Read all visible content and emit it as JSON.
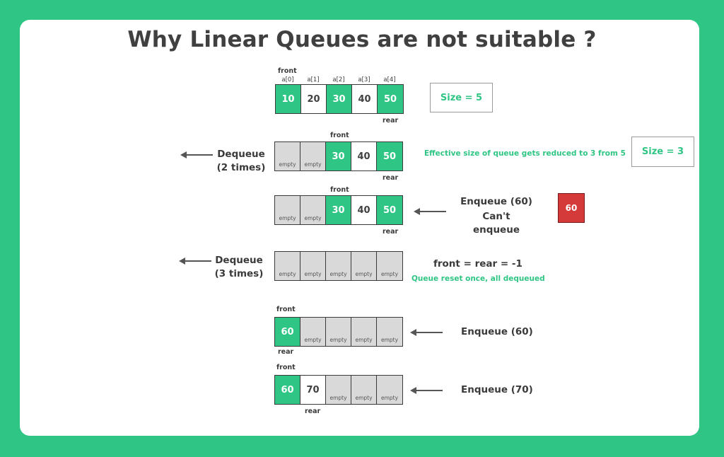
{
  "title": "Why Linear Queues are not suitable ?",
  "colors": {
    "background": "#2fc584",
    "filled_cell": "#2fc584",
    "empty_cell": "#d9d9d9",
    "overflow_cell": "#d53a3a"
  },
  "state1": {
    "front_label": "front",
    "rear_label": "rear",
    "indices": [
      "a[0]",
      "a[1]",
      "a[2]",
      "a[3]",
      "a[4]"
    ],
    "cells": [
      "10",
      "20",
      "30",
      "40",
      "50"
    ],
    "size_box": "Size = 5"
  },
  "state2": {
    "operation_line1": "Dequeue",
    "operation_line2": "(2 times)",
    "front_label": "front",
    "rear_label": "rear",
    "empty_label": "empty",
    "cells": [
      "30",
      "40",
      "50"
    ],
    "note": "Effective size of queue gets reduced to 3 from 5",
    "size_box": "Size = 3"
  },
  "state3": {
    "front_label": "front",
    "rear_label": "rear",
    "empty_label": "empty",
    "cells": [
      "30",
      "40",
      "50"
    ],
    "operation_line1": "Enqueue (60)",
    "operation_line2": "Can't enqueue",
    "rejected_value": "60"
  },
  "state4": {
    "operation_line1": "Dequeue",
    "operation_line2": "(3 times)",
    "empty_label": "empty",
    "reset_text": "front = rear = -1",
    "note": "Queue reset once, all dequeued"
  },
  "state5": {
    "front_label": "front",
    "rear_label": "rear",
    "empty_label": "empty",
    "cells": [
      "60"
    ],
    "operation": "Enqueue (60)"
  },
  "state6": {
    "front_label": "front",
    "rear_label": "rear",
    "empty_label": "empty",
    "cells": [
      "60",
      "70"
    ],
    "operation": "Enqueue (70)"
  }
}
